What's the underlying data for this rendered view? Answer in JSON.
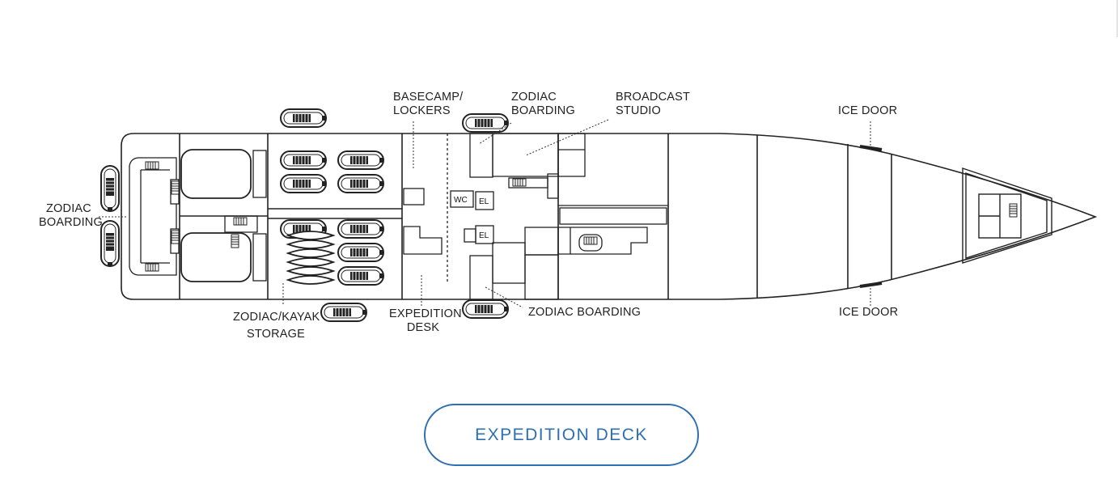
{
  "deck_name": "EXPEDITION DECK",
  "labels": {
    "zodiac_boarding_stern": [
      "ZODIAC",
      "BOARDING"
    ],
    "basecamp_lockers": [
      "BASECAMP/",
      "LOCKERS"
    ],
    "zodiac_boarding_top": [
      "ZODIAC",
      "BOARDING"
    ],
    "broadcast_studio": [
      "BROADCAST",
      "STUDIO"
    ],
    "ice_door_top": "ICE DOOR",
    "ice_door_bottom": "ICE DOOR",
    "zodiac_kayak_storage": [
      "ZODIAC/KAYAK",
      "STORAGE"
    ],
    "expedition_desk": [
      "EXPEDITION",
      "DESK"
    ],
    "zodiac_boarding_bottom": "ZODIAC BOARDING",
    "wc": "WC",
    "elevator_1": "EL",
    "elevator_2": "EL"
  },
  "colors": {
    "accent": "#2e6fb0",
    "line": "#222222"
  }
}
